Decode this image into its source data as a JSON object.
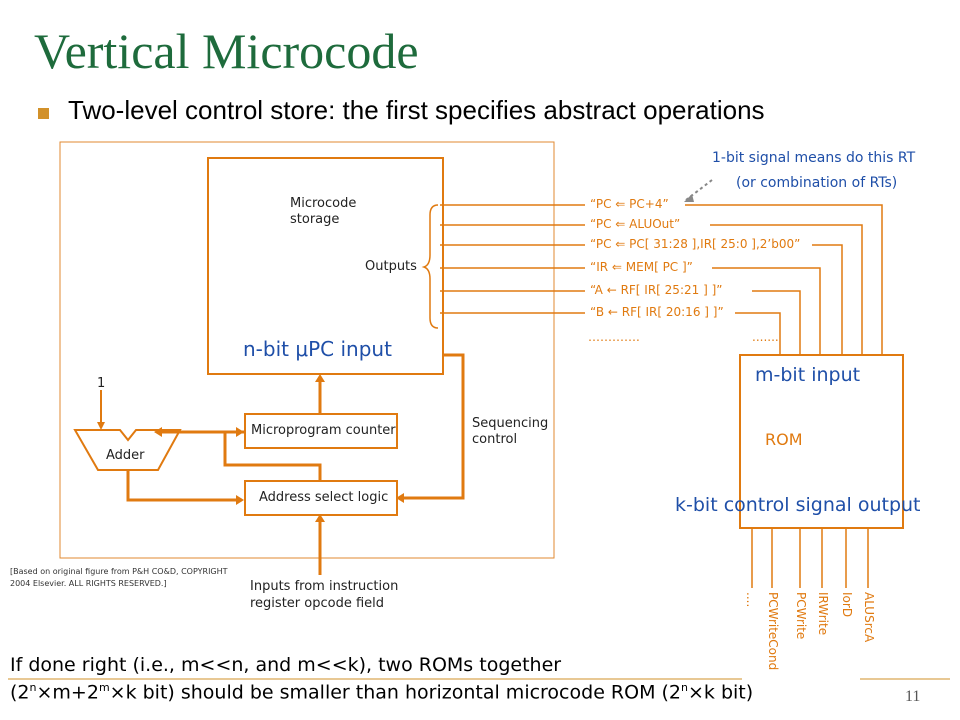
{
  "slide": {
    "title": "Vertical Microcode",
    "bullet": "Two-level control store: the first specifies abstract operations",
    "page_number": "11"
  },
  "diagram": {
    "microcode_storage": "Microcode storage",
    "outputs": "Outputs",
    "npc_input_prefix": "n-bit ",
    "npc_input_mu": "μ",
    "npc_input_suffix": "PC input",
    "one_label": "1",
    "adder": "Adder",
    "microprogram_counter": "Microprogram counter",
    "address_select_logic": "Address select logic",
    "sequencing_control_1": "Sequencing",
    "sequencing_control_2": "control",
    "inputs_from_ir_1": "Inputs from instruction",
    "inputs_from_ir_2": "register opcode field",
    "credit_1": "[Based on original figure from P&H CO&D, COPYRIGHT",
    "credit_2": "2004 Elsevier. ALL RIGHTS RESERVED.]"
  },
  "signals": {
    "rt_list": [
      "“PC ⇐ PC+4”",
      "“PC ⇐ ALUOut”",
      "“PC ⇐ PC[ 31:28 ],IR[ 25:0 ],2’b00”",
      "“IR ⇐ MEM[ PC ]”",
      "“A ← RF[ IR[ 25:21 ] ]”",
      "“B ← RF[ IR[ 20:16 ] ]”",
      "…………."
    ],
    "rt_ellipsis_right": ".......",
    "note_line1": "1-bit signal means do this RT",
    "note_line2": "(or combination of RTs)"
  },
  "rom": {
    "m_bit_input": "m-bit input",
    "rom_label": "ROM",
    "k_bit_output": "k-bit control signal output",
    "outputs": [
      "....",
      "PCWriteCond",
      "PCWrite",
      "IRWrite",
      "IorD",
      "ALUSrcA"
    ]
  },
  "bottom": {
    "line1": "If done right (i.e., m<<n, and m<<k), two ROMs together",
    "line2_a": "(2",
    "line2_n1": "n",
    "line2_b": "×m+2",
    "line2_m": "m",
    "line2_c": "×k bit) should be smaller than horizontal microcode ROM (2",
    "line2_n2": "n",
    "line2_d": "×k bit)"
  },
  "colors": {
    "title": "#1e6b3c",
    "accent_orange": "#e07a10",
    "label_blue": "#1f4fa8",
    "bullet_square": "#d2912a"
  }
}
